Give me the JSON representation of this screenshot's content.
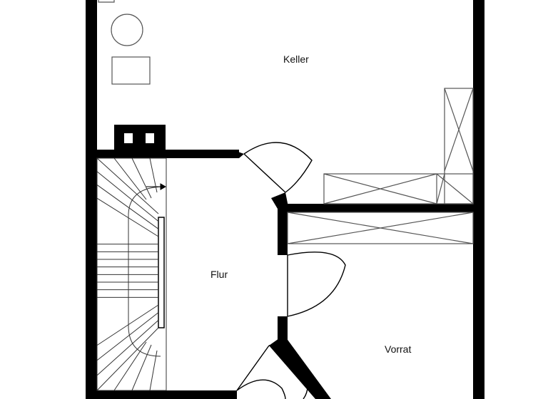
{
  "colors": {
    "wall": "#000000",
    "fixture_line": "#555555",
    "background": "#ffffff"
  },
  "rooms": {
    "keller": "Keller",
    "flur": "Flur",
    "vorrat": "Vorrat"
  },
  "staircase": {
    "steps_visible": 16
  }
}
